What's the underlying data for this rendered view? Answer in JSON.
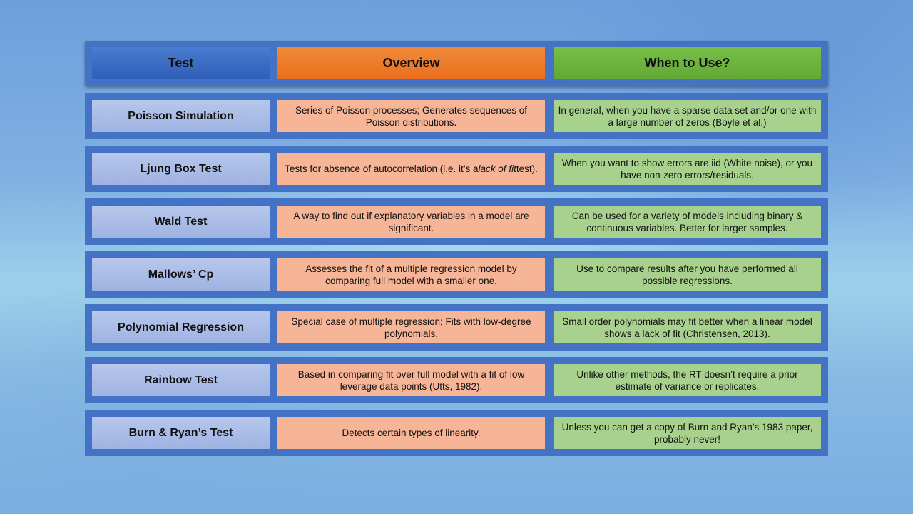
{
  "headers": {
    "test": "Test",
    "overview": "Overview",
    "when": "When to Use?"
  },
  "rows": [
    {
      "test": "Poisson Simulation",
      "overview": "Series of Poisson processes; Generates sequences of Poisson distributions.",
      "when": "In general, when you have a sparse data set  and/or one with a large number of zeros (Boyle et al.)"
    },
    {
      "test": "Ljung Box Test",
      "overview_pre": "Tests for absence of autocorrelation  (i.e. it’s a ",
      "overview_em": "lack of fit",
      "overview_post": " test).",
      "when": "When you want to show errors are iid (White noise), or you have non-zero errors/residuals."
    },
    {
      "test": "Wald Test",
      "overview": "A way to find out if explanatory variables in a model are significant.",
      "when": "Can be used for a variety of models including binary & continuous variables.  Better for larger samples."
    },
    {
      "test": "Mallows’ Cp",
      "overview": "Assesses the fit of a multiple regression model by comparing  full model  with a smaller one.",
      "when": "Use to compare results after you have performed  all possible regressions."
    },
    {
      "test": "Polynomial Regression",
      "overview": "Special case of multiple regression; Fits with low-degree polynomials.",
      "when": "Small order polynomials may fit better when a linear model shows a lack of fit (Christensen, 2013)."
    },
    {
      "test": "Rainbow Test",
      "overview": "Based in comparing  fit over full model  with a fit of low leverage data points (Utts,  1982).",
      "when": "Unlike other  methods, the RT doesn’t require a prior estimate of variance or replicates."
    },
    {
      "test": "Burn & Ryan’s Test",
      "overview": "Detects certain types of linearity.",
      "when": "Unless you can get a copy of Burn and Ryan’s 1983 paper, probably never!"
    }
  ]
}
